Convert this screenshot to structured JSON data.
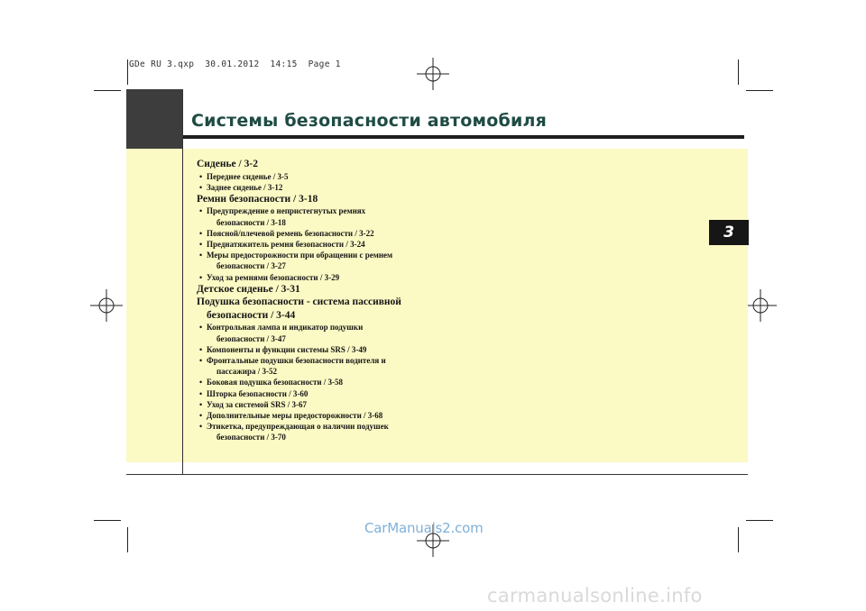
{
  "slug": "GDe RU 3.qxp  30.01.2012  14:15  Page 1",
  "title": "Системы безопасности автомобиля",
  "chapter_tab": "3",
  "toc": {
    "s1": "Сиденье / 3-2",
    "s1_items": [
      "Переднее сиденье / 3-5",
      "Заднее сиденье / 3-12"
    ],
    "s2": "Ремни безопасности / 3-18",
    "s2_i1_a": "Предупреждение о непристегнутых ремнях",
    "s2_i1_b": "безопасности / 3-18",
    "s2_i2": "Поясной/плечевой ремень безопасности / 3-22",
    "s2_i3": "Преднатяжитель ремня безопасности / 3-24",
    "s2_i4_a": "Меры предосторожности при обращении с ремнем",
    "s2_i4_b": "безопасности / 3-27",
    "s2_i5": "Уход за ремнями безопасности / 3-29",
    "s3": "Детское сиденье / 3-31",
    "s4_a": "Подушка безопасности - система пассивной",
    "s4_b": "безопасности / 3-44",
    "s4_i1_a": "Контрольная лампа и индикатор подушки",
    "s4_i1_b": "безопасности / 3-47",
    "s4_i2": "Компоненты и функции системы SRS / 3-49",
    "s4_i3_a": "Фронтальные подушки безопасности водителя и",
    "s4_i3_b": "пассажира / 3-52",
    "s4_i4": "Боковая подушка безопасности / 3-58",
    "s4_i5": "Шторка безопасности / 3-60",
    "s4_i6": "Уход за системой SRS / 3-67",
    "s4_i7": "Дополнительные меры предосторожности / 3-68",
    "s4_i8_a": "Этикетка, предупреждающая о наличии подушек",
    "s4_i8_b": "безопасности / 3-70",
    "bullet": "•"
  },
  "watermarks": {
    "top": "CarManuals2.com",
    "bottom": "carmanualsonline.info"
  }
}
